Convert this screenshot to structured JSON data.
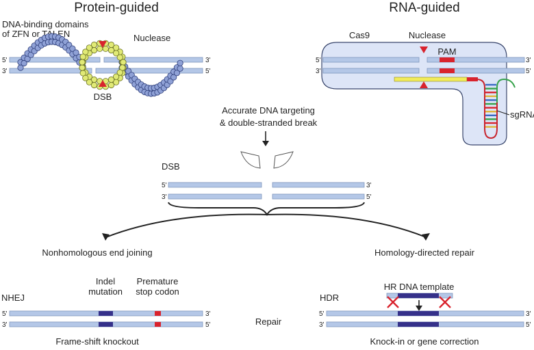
{
  "colors": {
    "strand": "#b4c7e7",
    "strand_edge": "#7f96bd",
    "bead_blue": "#8fa1d6",
    "bead_blue_edge": "#2f3f7a",
    "bead_yellow": "#e1ea76",
    "bead_yellow_edge": "#6b7224",
    "marker_red": "#d9232d",
    "cas9_fill": "#dde5f7",
    "cas9_edge": "#38456b",
    "guide_yellow": "#f2ec5a",
    "template_purple": "#35318a",
    "rna_green": "#35a24a",
    "rna_red": "#c8232c",
    "arrow": "#222222"
  },
  "protein_guided": {
    "title": "Protein-guided",
    "binding_label_line1": "DNA-binding domains",
    "binding_label_line2": "of ZFN or TALEN",
    "nuclease_label": "Nuclease",
    "dsb_label": "DSB",
    "ends": {
      "top_left": "5'",
      "top_right": "3'",
      "bottom_left": "3'",
      "bottom_right": "5'"
    }
  },
  "rna_guided": {
    "title": "RNA-guided",
    "cas9_label": "Cas9",
    "nuclease_label": "Nuclease",
    "pam_label": "PAM",
    "sgrna_label": "sgRNA",
    "ends": {
      "top_left": "5'",
      "top_right": "3'",
      "bottom_left": "3'",
      "bottom_right": "5'"
    }
  },
  "middle": {
    "caption_line1": "Accurate DNA targeting",
    "caption_line2": "& double-stranded break",
    "dsb_label": "DSB",
    "ends": {
      "top_left": "5'",
      "top_right": "3'",
      "bottom_left": "3'",
      "bottom_right": "5'"
    }
  },
  "nhej": {
    "pathway_label": "Nonhomologous end joining",
    "tag": "NHEJ",
    "indel_line1": "Indel",
    "indel_line2": "mutation",
    "stop_line1": "Premature",
    "stop_line2": "stop codon",
    "outcome": "Frame-shift knockout",
    "ends": {
      "top_left": "5'",
      "top_right": "3'",
      "bottom_left": "3'",
      "bottom_right": "5'"
    }
  },
  "hdr": {
    "pathway_label": "Homology-directed repair",
    "tag": "HDR",
    "template_label": "HR DNA template",
    "outcome": "Knock-in or gene correction",
    "ends": {
      "top_left": "5'",
      "top_right": "3'",
      "bottom_left": "3'",
      "bottom_right": "5'"
    }
  },
  "repair_label": "Repair"
}
